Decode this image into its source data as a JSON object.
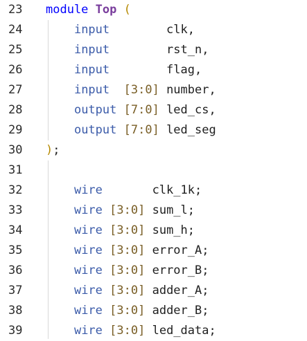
{
  "colors": {
    "keyword": "#0000ff",
    "module_name": "#7a3e9d",
    "port_dir": "#3b5ba9",
    "range": "#795e26",
    "text": "#1f1f1f",
    "guide": "#d9d9d9"
  },
  "lines": [
    {
      "num": "23",
      "parts": [
        {
          "t": "module",
          "c": "kw"
        },
        {
          "t": " ",
          "c": "pn"
        },
        {
          "t": "Top",
          "c": "ty"
        },
        {
          "t": " ",
          "c": "pn"
        },
        {
          "t": "(",
          "c": "paren"
        }
      ]
    },
    {
      "num": "24",
      "parts": [
        {
          "t": "    ",
          "c": "pn"
        },
        {
          "t": "input",
          "c": "io"
        },
        {
          "t": "        ",
          "c": "pn"
        },
        {
          "t": "clk,",
          "c": "id"
        }
      ]
    },
    {
      "num": "25",
      "parts": [
        {
          "t": "    ",
          "c": "pn"
        },
        {
          "t": "input",
          "c": "io"
        },
        {
          "t": "        ",
          "c": "pn"
        },
        {
          "t": "rst_n,",
          "c": "id"
        }
      ]
    },
    {
      "num": "26",
      "parts": [
        {
          "t": "    ",
          "c": "pn"
        },
        {
          "t": "input",
          "c": "io"
        },
        {
          "t": "        ",
          "c": "pn"
        },
        {
          "t": "flag,",
          "c": "id"
        }
      ]
    },
    {
      "num": "27",
      "parts": [
        {
          "t": "    ",
          "c": "pn"
        },
        {
          "t": "input",
          "c": "io"
        },
        {
          "t": "  ",
          "c": "pn"
        },
        {
          "t": "[3:0]",
          "c": "br"
        },
        {
          "t": " ",
          "c": "pn"
        },
        {
          "t": "number,",
          "c": "id"
        }
      ]
    },
    {
      "num": "28",
      "parts": [
        {
          "t": "    ",
          "c": "pn"
        },
        {
          "t": "output",
          "c": "io"
        },
        {
          "t": " ",
          "c": "pn"
        },
        {
          "t": "[7:0]",
          "c": "br"
        },
        {
          "t": " ",
          "c": "pn"
        },
        {
          "t": "led_cs,",
          "c": "id"
        }
      ]
    },
    {
      "num": "29",
      "parts": [
        {
          "t": "    ",
          "c": "pn"
        },
        {
          "t": "output",
          "c": "io"
        },
        {
          "t": " ",
          "c": "pn"
        },
        {
          "t": "[7:0]",
          "c": "br"
        },
        {
          "t": " ",
          "c": "pn"
        },
        {
          "t": "led_seg",
          "c": "id"
        }
      ]
    },
    {
      "num": "30",
      "parts": [
        {
          "t": ")",
          "c": "paren"
        },
        {
          "t": ";",
          "c": "semi"
        }
      ]
    },
    {
      "num": "31",
      "parts": []
    },
    {
      "num": "32",
      "parts": [
        {
          "t": "    ",
          "c": "pn"
        },
        {
          "t": "wire",
          "c": "io"
        },
        {
          "t": "       ",
          "c": "pn"
        },
        {
          "t": "clk_1k;",
          "c": "id"
        }
      ]
    },
    {
      "num": "33",
      "parts": [
        {
          "t": "    ",
          "c": "pn"
        },
        {
          "t": "wire",
          "c": "io"
        },
        {
          "t": " ",
          "c": "pn"
        },
        {
          "t": "[3:0]",
          "c": "br"
        },
        {
          "t": " ",
          "c": "pn"
        },
        {
          "t": "sum_l;",
          "c": "id"
        }
      ]
    },
    {
      "num": "34",
      "parts": [
        {
          "t": "    ",
          "c": "pn"
        },
        {
          "t": "wire",
          "c": "io"
        },
        {
          "t": " ",
          "c": "pn"
        },
        {
          "t": "[3:0]",
          "c": "br"
        },
        {
          "t": " ",
          "c": "pn"
        },
        {
          "t": "sum_h;",
          "c": "id"
        }
      ]
    },
    {
      "num": "35",
      "parts": [
        {
          "t": "    ",
          "c": "pn"
        },
        {
          "t": "wire",
          "c": "io"
        },
        {
          "t": " ",
          "c": "pn"
        },
        {
          "t": "[3:0]",
          "c": "br"
        },
        {
          "t": " ",
          "c": "pn"
        },
        {
          "t": "error_A;",
          "c": "id"
        }
      ]
    },
    {
      "num": "36",
      "parts": [
        {
          "t": "    ",
          "c": "pn"
        },
        {
          "t": "wire",
          "c": "io"
        },
        {
          "t": " ",
          "c": "pn"
        },
        {
          "t": "[3:0]",
          "c": "br"
        },
        {
          "t": " ",
          "c": "pn"
        },
        {
          "t": "error_B;",
          "c": "id"
        }
      ]
    },
    {
      "num": "37",
      "parts": [
        {
          "t": "    ",
          "c": "pn"
        },
        {
          "t": "wire",
          "c": "io"
        },
        {
          "t": " ",
          "c": "pn"
        },
        {
          "t": "[3:0]",
          "c": "br"
        },
        {
          "t": " ",
          "c": "pn"
        },
        {
          "t": "adder_A;",
          "c": "id"
        }
      ]
    },
    {
      "num": "38",
      "parts": [
        {
          "t": "    ",
          "c": "pn"
        },
        {
          "t": "wire",
          "c": "io"
        },
        {
          "t": " ",
          "c": "pn"
        },
        {
          "t": "[3:0]",
          "c": "br"
        },
        {
          "t": " ",
          "c": "pn"
        },
        {
          "t": "adder_B;",
          "c": "id"
        }
      ]
    },
    {
      "num": "39",
      "parts": [
        {
          "t": "    ",
          "c": "pn"
        },
        {
          "t": "wire",
          "c": "io"
        },
        {
          "t": " ",
          "c": "pn"
        },
        {
          "t": "[3:0]",
          "c": "br"
        },
        {
          "t": " ",
          "c": "pn"
        },
        {
          "t": "led_data;",
          "c": "id"
        }
      ]
    }
  ]
}
